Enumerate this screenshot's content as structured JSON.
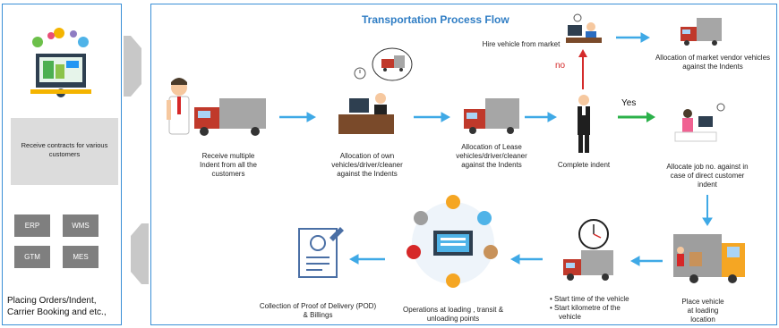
{
  "title": "Transportation Process Flow",
  "left": {
    "contracts_label": "Receive contracts for various customers",
    "systems": [
      "ERP",
      "WMS",
      "GTM",
      "MES"
    ],
    "placing_label_line1": "Placing Orders/Indent,",
    "placing_label_line2": "Carrier Booking and etc.,"
  },
  "steps": {
    "receive_line1": "Receive multiple",
    "receive_line2": "Indent from all the",
    "receive_line3": "customers",
    "own_line1": "Allocation of  own",
    "own_line2": "vehicles/driver/cleaner",
    "own_line3": "against the Indents",
    "lease_line1": "Allocation of  Lease",
    "lease_line2": "vehicles/driver/cleaner",
    "lease_line3": "against the Indents",
    "complete": "Complete indent",
    "hire": "Hire vehicle from market",
    "market_line1": "Allocation of  market vendor vehicles",
    "market_line2": "against the Indents",
    "jobno_line1": "Allocate job no. against in",
    "jobno_line2": "case of direct customer",
    "jobno_line3": "indent",
    "place_line1": "Place vehicle",
    "place_line2": "at  loading",
    "place_line3": "location",
    "start_time": "Start time of the vehicle",
    "start_km_line1": "Start kilometre of the",
    "start_km_line2": "vehicle",
    "ops_line1": "Operations at loading , transit &",
    "ops_line2": "unloading points",
    "pod_line1": "Collection of Proof of Delivery (POD)",
    "pod_line2": "& Billings"
  },
  "decision": {
    "yes": "Yes",
    "no": "no"
  },
  "colors": {
    "blue_arrow": "#3fa9e6",
    "red_arrow": "#d42b2b",
    "green_arrow": "#2bb14a",
    "title": "#2f7dc4",
    "truck_red": "#c0392b",
    "panel_border": "#3a8fd6"
  }
}
